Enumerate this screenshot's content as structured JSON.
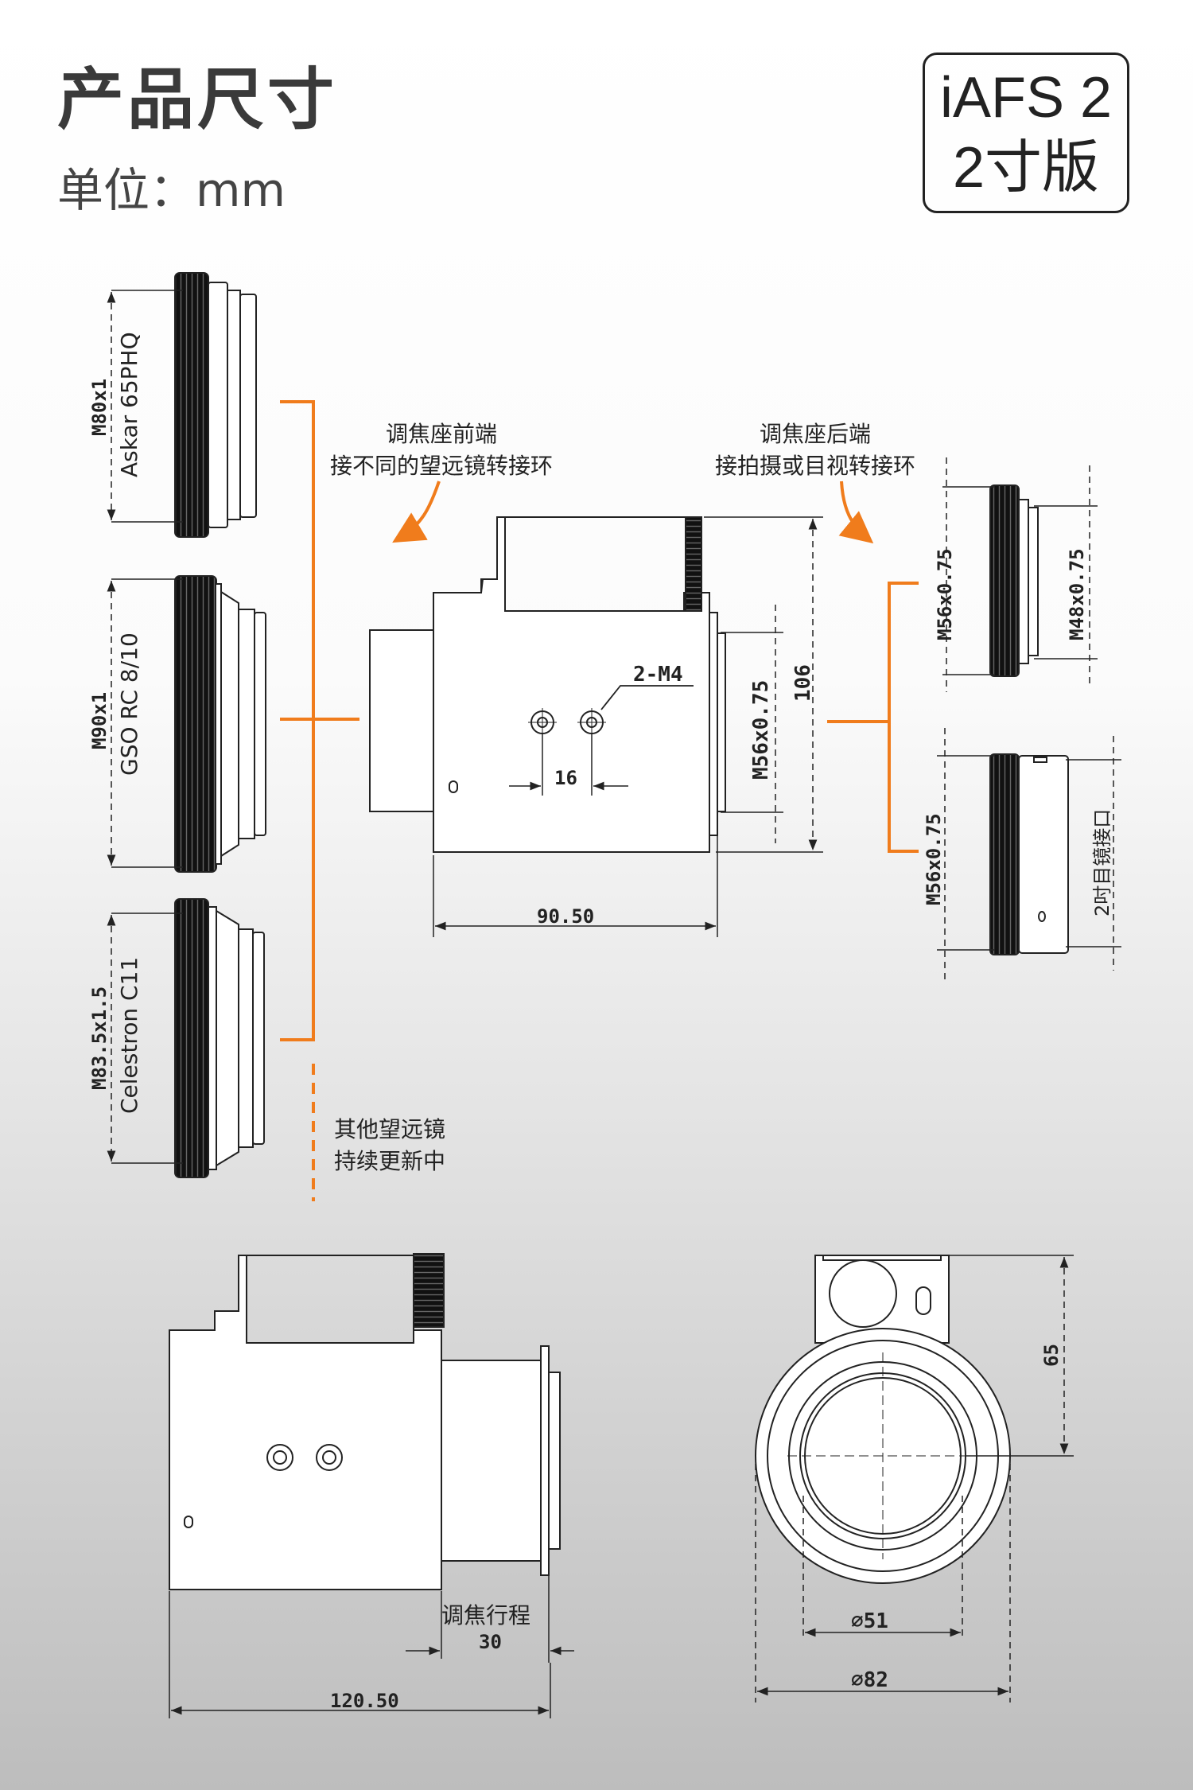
{
  "header": {
    "title": "产品尺寸",
    "unit": "单位：mm",
    "badge_line1": "iAFS 2",
    "badge_line2": "2寸版"
  },
  "notes": {
    "front_line1": "调焦座前端",
    "front_line2": "接不同的望远镜转接环",
    "rear_line1": "调焦座后端",
    "rear_line2": "接拍摄或目视转接环",
    "other_line1": "其他望远镜",
    "other_line2": "持续更新中"
  },
  "left_adapters": [
    {
      "thread": "M80x1",
      "scope": "Askar 65PHQ"
    },
    {
      "thread": "M90x1",
      "scope": "GSO RC 8/10"
    },
    {
      "thread": "M83.5x1.5",
      "scope": "Celestron C11"
    }
  ],
  "right_adapters": {
    "top_left": "M56x0.75",
    "top_right": "M48x0.75",
    "bottom_left": "M56x0.75",
    "bottom_right": "2吋目镜接口"
  },
  "main_view": {
    "screw_label": "2-M4",
    "hole_spacing": "16",
    "thread": "M56x0.75",
    "height": "106",
    "length": "90.50"
  },
  "side_view": {
    "travel_label": "调焦行程",
    "travel": "30",
    "length": "120.50"
  },
  "front_view": {
    "height": "65",
    "inner_diameter": "∅51",
    "outer_diameter": "∅82"
  },
  "colors": {
    "accent": "#f07c1c",
    "line": "#222222",
    "knurl": "#111111"
  }
}
